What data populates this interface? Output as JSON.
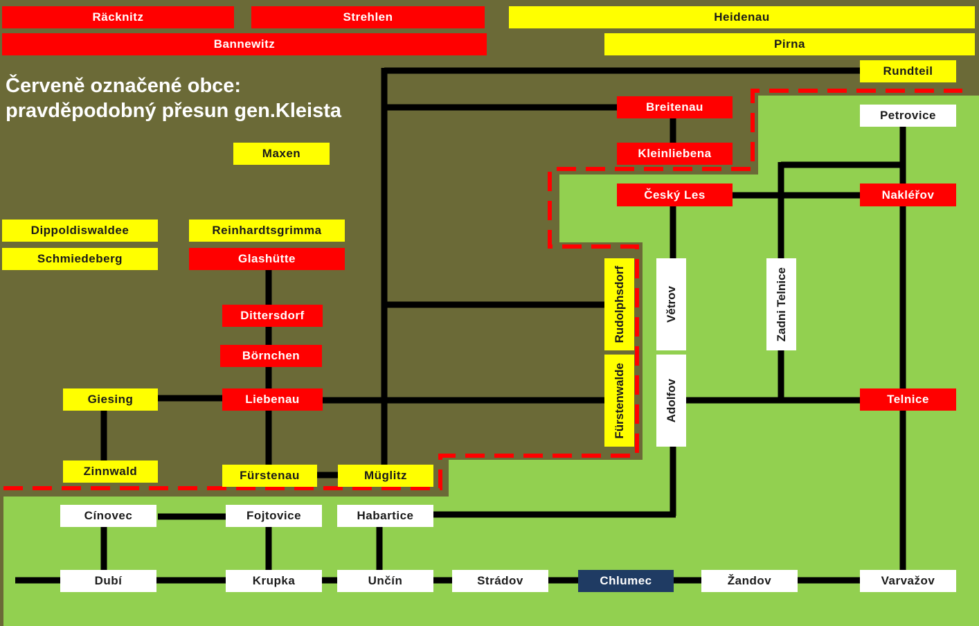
{
  "caption": {
    "line1": "Červeně označené obce:",
    "line2": "pravděpodobný přesun gen.Kleista"
  },
  "colors": {
    "background": "#6b6a37",
    "green_area": "#92d050",
    "red": "#ff0000",
    "yellow": "#ffff00",
    "white": "#ffffff",
    "navy": "#1f3b63",
    "line": "#000000"
  },
  "nodes": {
    "racknitz": "Räcknitz",
    "strehlen": "Strehlen",
    "heidenau": "Heidenau",
    "bannewitz": "Bannewitz",
    "pirna": "Pirna",
    "rundteil": "Rundteil",
    "breitenau": "Breitenau",
    "petrovice": "Petrovice",
    "maxen": "Maxen",
    "kleinliebena": "Kleinliebena",
    "cesky_les": "Český Les",
    "naklerov": "Nakléřov",
    "dippoldiswaldee": "Dippoldiswaldee",
    "reinhardtsgrimma": "Reinhardtsgrimma",
    "schmiedeberg": "Schmiedeberg",
    "glashutte": "Glashütte",
    "rudolphsdorf": "Rudolphsdorf",
    "vetrov": "Větrov",
    "zadni_telnice": "Zadni Telnice",
    "dittersdorf": "Dittersdorf",
    "bornchen": "Börnchen",
    "giesing": "Giesing",
    "liebenau": "Liebenau",
    "furstenwalde": "Fürstenwalde",
    "adolfov": "Adolfov",
    "telnice": "Telnice",
    "zinnwald": "Zinnwald",
    "furstenau": "Fürstenau",
    "muglitz": "Müglitz",
    "cinovec": "Cínovec",
    "fojtovice": "Fojtovice",
    "habartice": "Habartice",
    "dubi": "Dubí",
    "krupka": "Krupka",
    "uncin": "Unčín",
    "stradov": "Strádov",
    "chlumec": "Chlumec",
    "zandov": "Žandov",
    "varvazov": "Varvažov"
  }
}
